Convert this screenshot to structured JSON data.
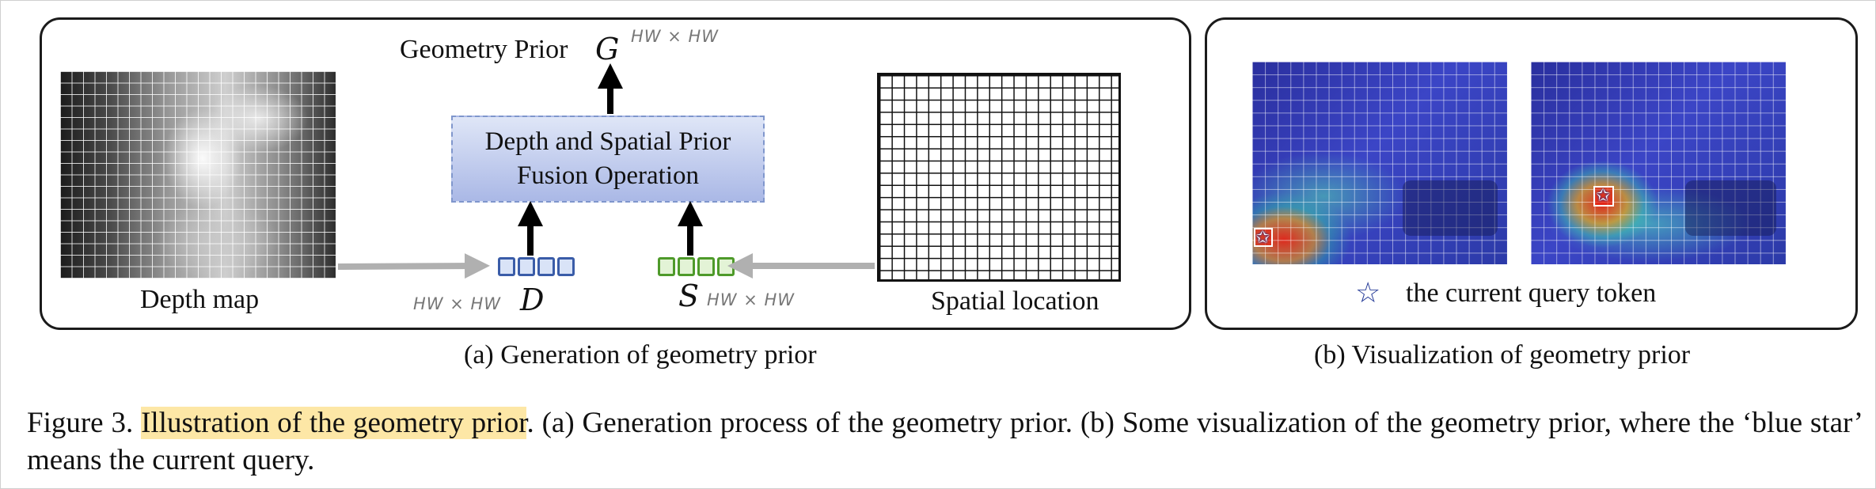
{
  "panel_a": {
    "geometry_prior_label": "Geometry Prior",
    "geometry_symbol": "G",
    "geometry_dims": "HW × HW",
    "fusion_box": {
      "line1": "Depth and Spatial Prior",
      "line2": "Fusion Operation"
    },
    "depth_map_label": "Depth map",
    "depth_dims": "HW × HW",
    "depth_symbol": "D",
    "spatial_symbol": "S",
    "spatial_dims": "HW × HW",
    "spatial_location_label": "Spatial location",
    "subcaption": "(a) Generation of geometry prior"
  },
  "panel_b": {
    "legend_icon": "star-outline-icon",
    "legend_text": "the current query token",
    "subcaption": "(b) Visualization of geometry prior"
  },
  "caption": {
    "figure_label": "Figure 3.",
    "highlighted": "Illustration of the geometry prior",
    "rest": ". (a) Generation process of the geometry prior. (b) Some visualization of the geometry prior, where the ‘blue star’ means the current query."
  },
  "colors": {
    "fusion_box_top": "#dfe6f7",
    "fusion_box_bottom": "#aab8e6",
    "depth_token": "#3a5ca8",
    "spatial_token": "#4e9a2a",
    "highlight": "#fde7a6",
    "arrow_gray": "#b0b0b0"
  }
}
